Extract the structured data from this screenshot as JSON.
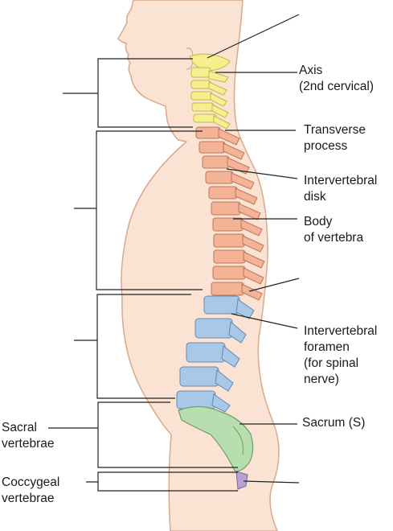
{
  "labels": {
    "axis": [
      "Axis",
      "(2nd cervical)"
    ],
    "transverse": [
      "Transverse",
      "process"
    ],
    "disk": [
      "Intervertebral",
      "disk"
    ],
    "body": [
      "Body",
      "of vertebra"
    ],
    "foramen": [
      "Intervertebral",
      "foramen",
      "(for spinal",
      "nerve)"
    ],
    "sacrum": [
      "Sacrum (S)"
    ],
    "sacral_vertebrae": [
      "Sacral",
      "vertebrae"
    ],
    "coccygeal_vertebrae": [
      "Coccygeal",
      "vertebrae"
    ]
  },
  "colors": {
    "skin": "#fbe3d3",
    "skin_outline": "#d9a98c",
    "cervical": "#f6ef8e",
    "thoracic": "#f2b396",
    "lumbar": "#a9c7e6",
    "sacrum": "#b8deb0",
    "coccyx": "#b6a3cf",
    "lines": "#222222"
  }
}
